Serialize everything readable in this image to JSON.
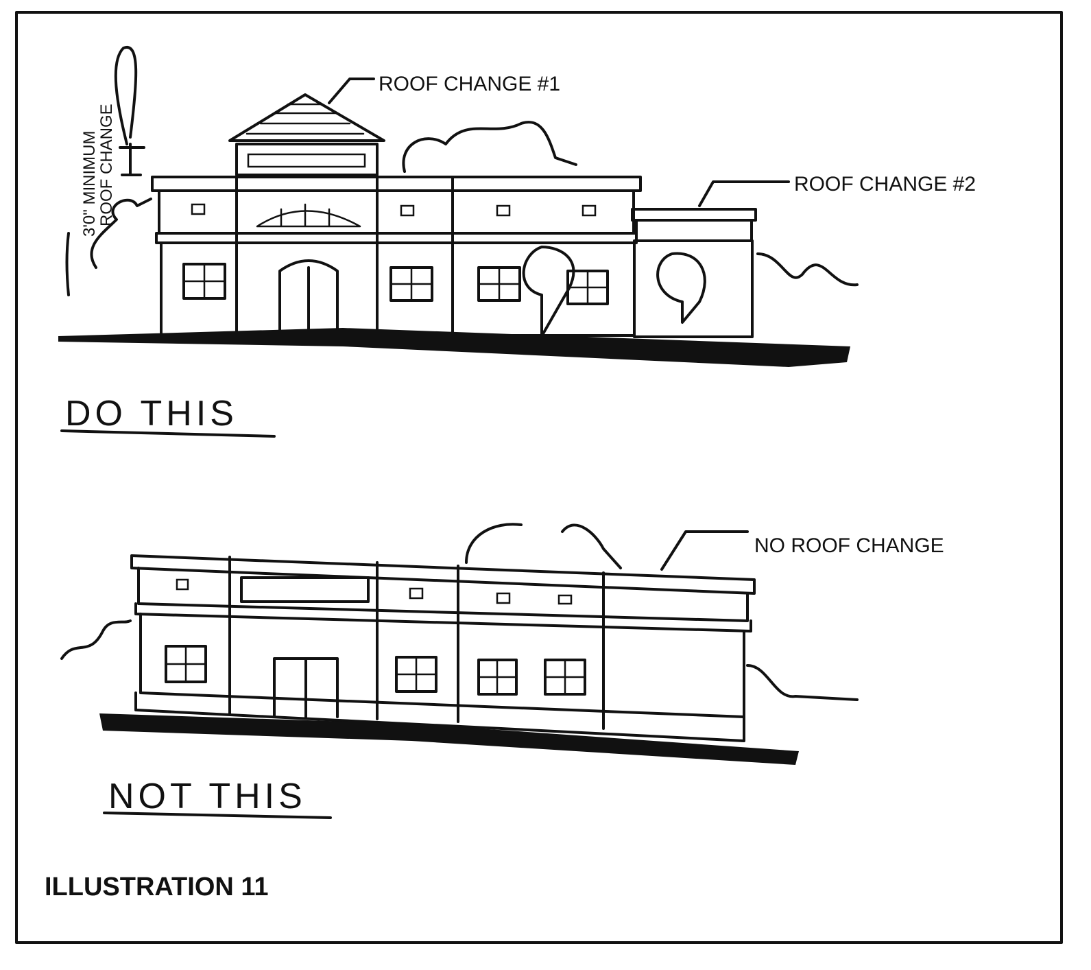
{
  "labels": {
    "roof_change_1": "ROOF CHANGE #1",
    "roof_change_2": "ROOF CHANGE #2",
    "no_roof_change": "NO ROOF CHANGE",
    "min_change_line1": "3'0\" MINIMUM",
    "min_change_line2": "ROOF CHANGE",
    "do_this": "DO THIS",
    "not_this": "NOT THIS",
    "illustration": "ILLUSTRATION 11"
  },
  "colors": {
    "ink": "#111111",
    "paper": "#ffffff"
  }
}
